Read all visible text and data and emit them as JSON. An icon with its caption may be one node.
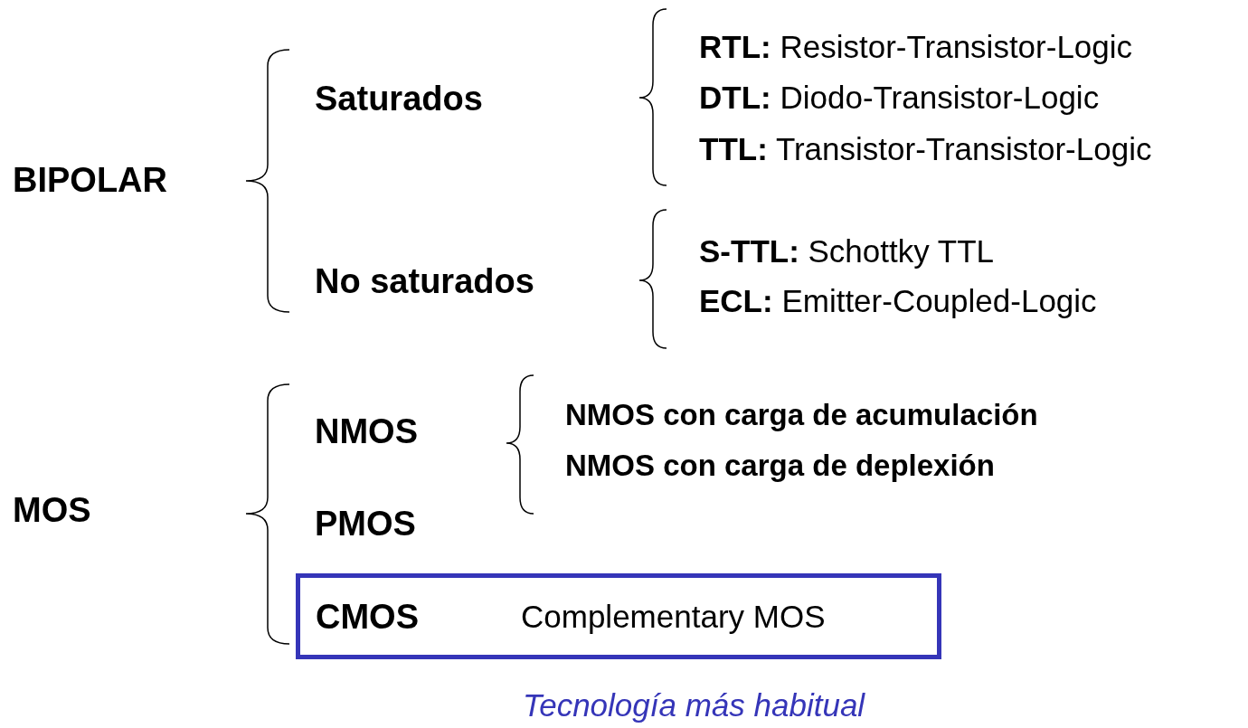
{
  "diagram": {
    "nodes": [
      {
        "text": [
          "CMOS",
          "Complementary MOS"
        ],
        "beside": [
          "Tecnología más habitual"
        ]
      }
    ],
    "labels": [
      "Saturados",
      "**RTL:** Resistor-Transistor-Logic",
      "**DTL:** Diodo-Transistor-Logic",
      "**TTL:** Transistor-Transistor-Logic",
      "BIPOLAR",
      "No saturados",
      "**S-TTL:** Schottky TTL",
      "**ECL:** Emitter-Coupled-Logic",
      "NMOS",
      "NMOS con carga de acumulación",
      "NMOS con carga de deplexión",
      "MOS",
      "PMOS"
    ]
  }
}
